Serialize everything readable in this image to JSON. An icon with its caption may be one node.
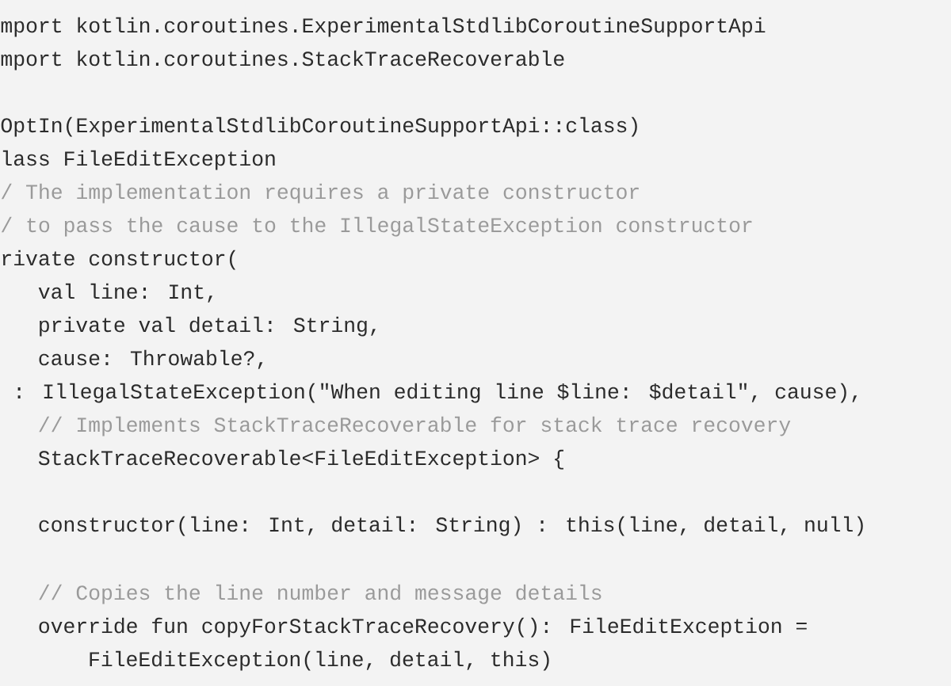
{
  "diagram": {
    "labels": [
      "mport kotlin.coroutines.ExperimentalStdlibCoroutineSupportApi",
      "mport kotlin.coroutines.StackTraceRecoverable",
      "OptIn(ExperimentalStdlibCoroutineSupportApi::class)",
      "lass FileEditException",
      "/ The implementation requires a private constructor",
      "/ to pass the cause to the IllegalStateException constructor",
      "rivate constructor(",
      "val line: Int,",
      "private val detail: String,",
      "cause: Throwable?,",
      ": IllegalStateException(\"When editing line $line: $detail\", cause),",
      "// Implements StackTraceRecoverable for stack trace recovery",
      "StackTraceRecoverable<FileEditException> {",
      "constructor(line: Int, detail: String) : this(line, detail, null)",
      "// Copies the line number and message details",
      "override fun copyForStackTraceRecovery(): FileEditException =",
      "FileEditException(line, detail, this)"
    ]
  }
}
